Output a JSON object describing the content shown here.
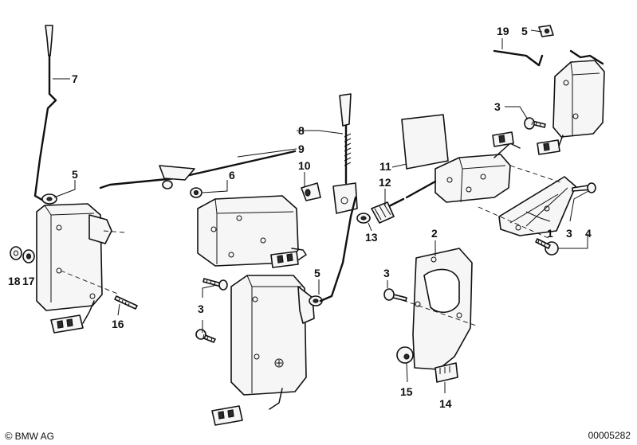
{
  "diagram": {
    "callouts": {
      "c1": "1",
      "c2": "2",
      "c3a": "3",
      "c3b": "3",
      "c3c": "3",
      "c3d": "3",
      "c4": "4",
      "c5a": "5",
      "c5b": "5",
      "c5c": "5",
      "c6": "6",
      "c7": "7",
      "c8": "8",
      "c9": "9",
      "c10": "10",
      "c11": "11",
      "c12": "12",
      "c13": "13",
      "c14": "14",
      "c15": "15",
      "c16": "16",
      "c17": "17",
      "c18": "18",
      "c19": "19"
    }
  },
  "footer": {
    "copyright_symbol": "©",
    "copyright": "BMW AG",
    "document_number": "00005282"
  }
}
